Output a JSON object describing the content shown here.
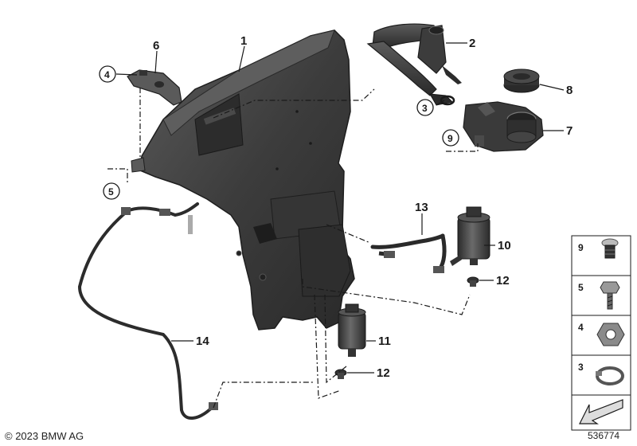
{
  "diagram": {
    "callouts": [
      {
        "id": "c1",
        "text": "1"
      },
      {
        "id": "c2",
        "text": "2"
      },
      {
        "id": "c3",
        "text": "3"
      },
      {
        "id": "c4",
        "text": "4"
      },
      {
        "id": "c5",
        "text": "5"
      },
      {
        "id": "c6",
        "text": "6"
      },
      {
        "id": "c7",
        "text": "7"
      },
      {
        "id": "c8",
        "text": "8"
      },
      {
        "id": "c9",
        "text": "9"
      },
      {
        "id": "c10",
        "text": "10"
      },
      {
        "id": "c11",
        "text": "11"
      },
      {
        "id": "c12a",
        "text": "12"
      },
      {
        "id": "c12b",
        "text": "12"
      },
      {
        "id": "c13",
        "text": "13"
      },
      {
        "id": "c14",
        "text": "14"
      }
    ],
    "legend": [
      {
        "text": "9",
        "icon": "clip-icon"
      },
      {
        "text": "5",
        "icon": "hex-bolt-icon"
      },
      {
        "text": "4",
        "icon": "hex-nut-icon"
      },
      {
        "text": "3",
        "icon": "hose-clamp-icon"
      }
    ],
    "legend_arrow_icon": "direction-arrow-icon",
    "colors": {
      "part": "#3f3f3f",
      "part_dark": "#262626",
      "part_light": "#6a6a6a",
      "line": "#1a1a1a"
    }
  },
  "footer": {
    "copyright": "© 2023 BMW AG",
    "reference": "536774"
  }
}
